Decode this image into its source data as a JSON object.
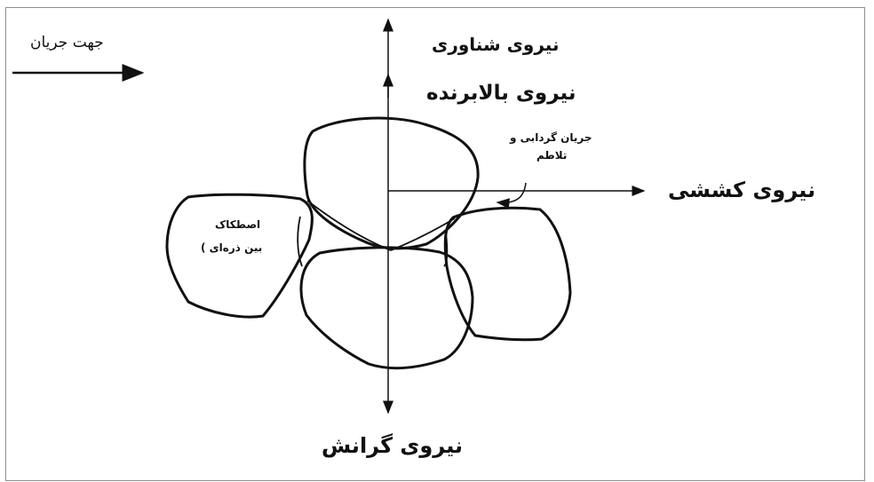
{
  "labels": {
    "flow_direction": "جهت جریان",
    "buoyancy_force": "نیروی شناوری",
    "lift_force": "نیروی بالابرنده",
    "turbulence_line1": "جریان گردابی و",
    "turbulence_line2": "تلاطم",
    "drag_force": "نیروی کششی",
    "friction_line1": "اصطکاک",
    "friction_line2": "بین ذره‌ای )",
    "gravity_force": "نیروی گرانش"
  },
  "colors": {
    "stroke": "#111111",
    "frame": "#8f8f8f",
    "background": "#ffffff"
  }
}
